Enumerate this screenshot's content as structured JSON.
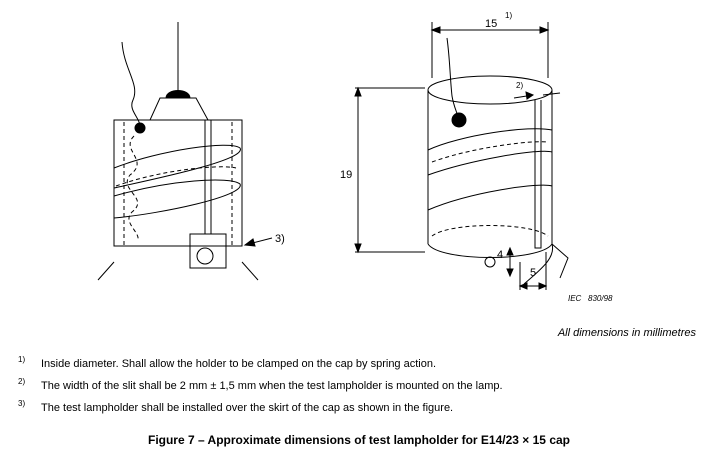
{
  "diagram": {
    "dimensions": {
      "diameter": "15",
      "height": "19",
      "slit_depth": "4",
      "slit_offset": "5"
    },
    "callouts": {
      "diameter_note": "1)",
      "slit_note": "2)",
      "skirt_note": "3)"
    },
    "reference": "IEC   830/98"
  },
  "units_note": "All dimensions in millimetres",
  "footnotes": [
    {
      "number": "1)",
      "text": "Inside diameter. Shall allow the holder to be clamped on the cap by spring action."
    },
    {
      "number": "2)",
      "text": "The width of the slit shall be 2 mm ± 1,5 mm when the test lampholder is mounted on the lamp."
    },
    {
      "number": "3)",
      "text": "The test lampholder shall be installed over the skirt of the cap as shown in the figure."
    }
  ],
  "caption": "Figure 7 – Approximate dimensions of test lampholder for E14/23 × 15 cap"
}
